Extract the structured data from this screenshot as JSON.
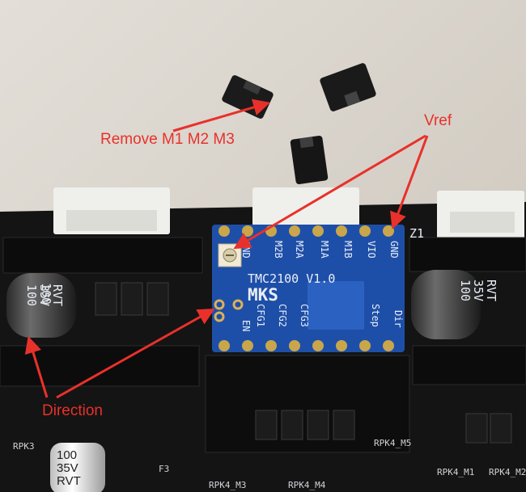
{
  "annotations": {
    "remove": "Remove M1 M2 M3",
    "vref": "Vref",
    "direction": "Direction"
  },
  "driver": {
    "model": "TMC2100 V1.0",
    "brand": "MKS",
    "top_pins": [
      "GND",
      "M2B",
      "M2A",
      "M1A",
      "M1B",
      "VIO",
      "GND"
    ],
    "bottom_pins": [
      "EN",
      "CFG1",
      "CFG2",
      "CFG3",
      "Step",
      "Dir"
    ]
  },
  "board": {
    "z_label": "Z1",
    "cap_left": [
      "100",
      "35V",
      "RVT"
    ],
    "cap_right": [
      "100",
      "35V",
      "RVT"
    ],
    "cap_bottom": [
      "100",
      "35V",
      "RVT"
    ],
    "silk": [
      "RPK4_M5",
      "RPK4_M1",
      "RPK4_M4",
      "RPK4_M3",
      "RPK4_M2",
      "RPK3",
      "F3"
    ]
  },
  "colors": {
    "annotation": "#e8312b",
    "driver_pcb": "#1e4fa8",
    "board": "#141414",
    "table": "#d9d4cc",
    "connector": "#efefec"
  }
}
